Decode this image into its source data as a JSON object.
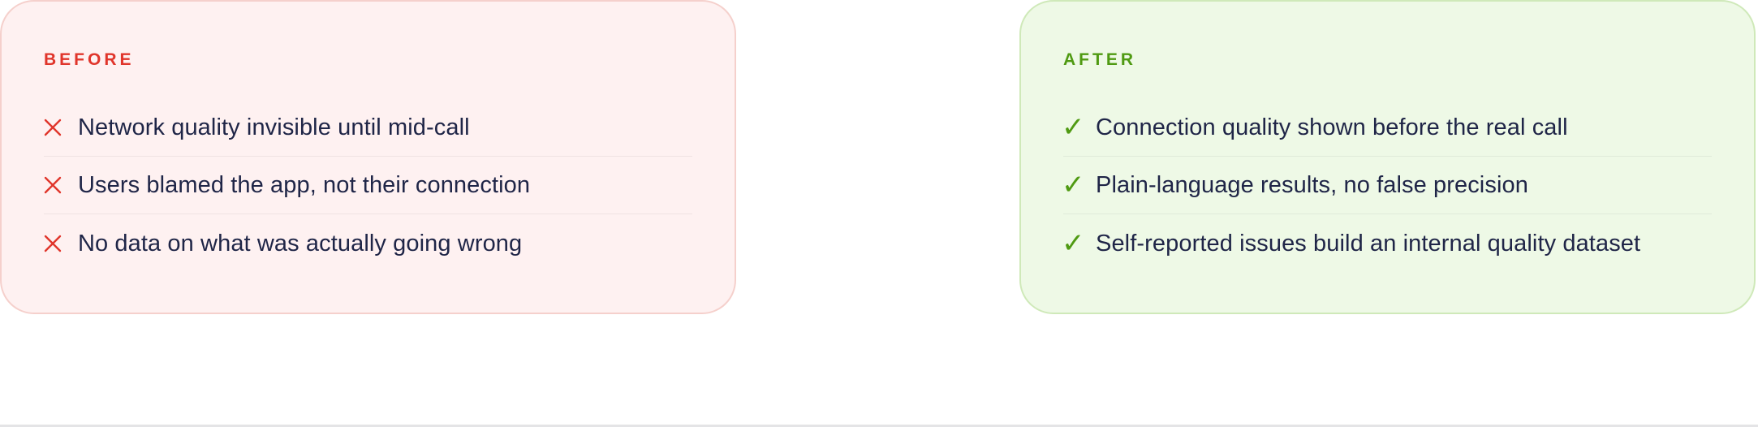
{
  "before": {
    "title": "BEFORE",
    "accent_color": "#e0352b",
    "background_color": "#fef1f1",
    "items": [
      {
        "icon": "x-icon",
        "text": "Network quality invisible until mid-call"
      },
      {
        "icon": "x-icon",
        "text": "Users blamed the app, not their connection"
      },
      {
        "icon": "x-icon",
        "text": "No data on what was actually going wrong"
      }
    ]
  },
  "after": {
    "title": "AFTER",
    "accent_color": "#4f9a12",
    "background_color": "#eef9e6",
    "check_glyph": "✓",
    "items": [
      {
        "icon": "check-icon",
        "text": "Connection quality shown before the real call"
      },
      {
        "icon": "check-icon",
        "text": "Plain-language results, no false precision"
      },
      {
        "icon": "check-icon",
        "text": "Self-reported issues build an internal quality dataset"
      }
    ]
  },
  "text_color": "#1f2547"
}
